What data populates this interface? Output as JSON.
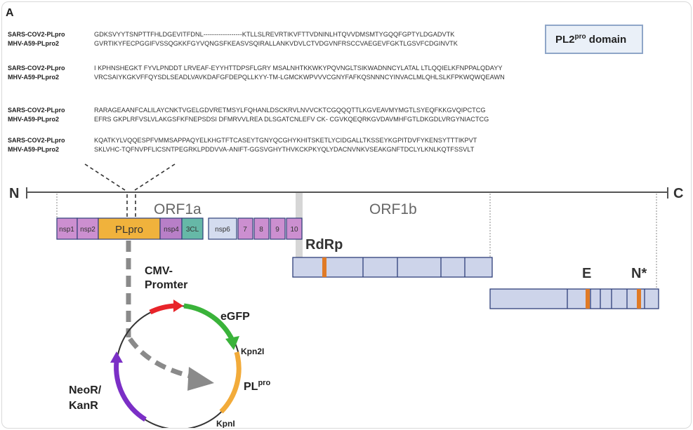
{
  "panel_label": "A",
  "domain_box": {
    "label": "PL2",
    "superscript": "pro",
    "suffix": " domain"
  },
  "alignments": [
    {
      "rows": [
        {
          "name": "SARS-COV2-PLpro",
          "seq": "GDKSVYYTSNPTTFHLDGEVITFDNL------------------KTLLSLREVRTIKVFTTVDNINLHTQVVDMSMTYGQQFGPTYLDGADVTK"
        },
        {
          "name": "MHV-A59-PLpro2",
          "seq": "GVRTIKYFECPGGIFVSSQGKKFGYVQNGSFKEASVSQIRALLANKVDVLCTVDGVNFRSCCVAEGEVFGKTLGSVFCDGINVTK"
        }
      ]
    },
    {
      "rows": [
        {
          "name": "SARS-COV2-PLpro",
          "seq": "I KPHNSHEGKT FYVLPNDDT LRVEAF-EYYHTTDPSFLGRY MSALNHTKKWKYPQVNGLTSIKWADNNCYLATAL LTLQQIELKFNPPALQDAYY"
        },
        {
          "name": "MHV-A59-PLpro2",
          "seq": "VRCSAIYKGKVFFQYSDLSEADLVAVKDAFGFDEPQLLKYY-TM-LGMCKWPVVVCGNYFAFKQSNNNCYINVACLMLQHLSLKFPKWQWQEAWN"
        }
      ]
    },
    {
      "rows": [
        {
          "name": "SARS-COV2-PLpro",
          "seq": "RARAGEAANFCALILAYCNKTVGELGDVRETMSYLFQHANLDSCKRVLNVVCKTCGQQQTTLKGVEAVMYMGTLSYEQFKKGVQIPCTCG"
        },
        {
          "name": "MHV-A59-PLpro2",
          "seq": "EFRS GKPLRFVSLVLAKGSFKFNEPSDSI DFMRVVLREA DLSGATCNLEFV CK- CGVKQEQRKGVDAVMHFGTLDKGDLVRGYNIACTCG"
        }
      ]
    },
    {
      "rows": [
        {
          "name": "SARS-COV2-PLpro",
          "seq": "KQATKYLVQQESPFVMMSAPPAQYELKHGTFTCASEYTGNYQCGHYKHITSKETLYCIDGALLTKSSEYKGPITDVFYKENSYTTTIKPVT"
        },
        {
          "name": "MHV-A59-PLpro2",
          "seq": "SKLVHC-TQFNVPFLICSNTPEGRKLPDDVVA-ANIFT-GGSVGHYTHVKCKPKYQLYDACNVNKVSEAKGNFTDCLYLKNLKQTFSSVLT"
        }
      ]
    }
  ],
  "genome": {
    "n_terminal": "N",
    "c_terminal": "C",
    "orf1a": "ORF1a",
    "orf1b": "ORF1b"
  },
  "nsps": [
    "nsp1",
    "nsp2",
    "PLpro",
    "nsp4",
    "3CL",
    "nsp6",
    "7",
    "8",
    "9",
    "10"
  ],
  "genes": {
    "rdrp": "RdRp",
    "e": "E",
    "n": "N*"
  },
  "plasmid": {
    "cmv_line1": "CMV-",
    "cmv_line2": "Promter",
    "egfp": "eGFP",
    "kpn2i": "Kpn2I",
    "plpro": "PL",
    "plpro_sup": "pro",
    "kpni": "KpnI",
    "neo_line1": "NeoR/",
    "neo_line2": "KanR"
  },
  "colors": {
    "nsp_pink": "#cc8fd0",
    "plpro_orange": "#f0b23c",
    "nsp4_pink": "#b87fc7",
    "cl3_teal": "#66b8a7",
    "nsp6_light": "#d4dcef",
    "box_blue": "#cdd4ea",
    "box_border": "#2f3f7a",
    "marker_orange": "#e07a25",
    "cmv_red": "#e8242a",
    "egfp_green": "#3ab33a",
    "plpro_yellow": "#f2ab3a",
    "neo_purple": "#7b2fc6"
  }
}
